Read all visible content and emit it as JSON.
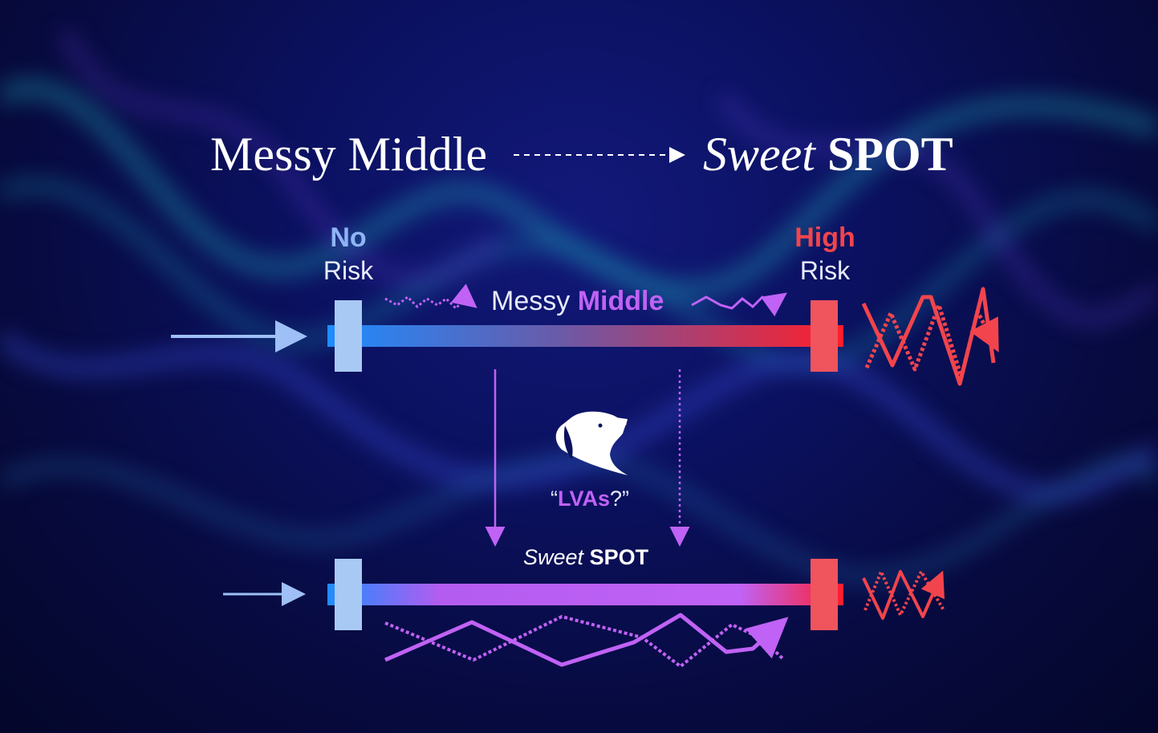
{
  "title": {
    "left": "Messy Middle",
    "right_italic": "Sweet",
    "right_bold": "SPOT"
  },
  "no_risk": {
    "strong": "No",
    "sub": "Risk"
  },
  "high_risk": {
    "strong": "High",
    "sub": "Risk"
  },
  "messy_middle": {
    "plain": "Messy",
    "highlight": "Middle"
  },
  "lvas": {
    "open": "“",
    "highlight": "LVAs",
    "close": "?”"
  },
  "sweet_spot": {
    "italic": "Sweet",
    "bold": "SPOT"
  },
  "colors": {
    "no_risk": "#8fb4f5",
    "high_risk": "#f2444c",
    "purple": "#c062f5",
    "bar_blue": "#1e8cff",
    "bar_red": "#ff1e2a"
  }
}
